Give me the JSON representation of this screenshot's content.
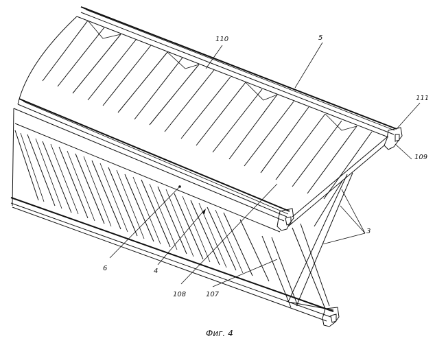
{
  "labels": {
    "l110": "110",
    "l5": "5",
    "l111": "111",
    "l109": "109",
    "l3": "3",
    "l6": "6",
    "l4": "4",
    "l108": "108",
    "l107": "107"
  },
  "caption": "Фиг. 4"
}
